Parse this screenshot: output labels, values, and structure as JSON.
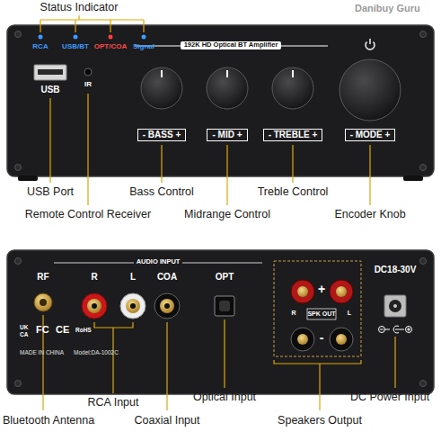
{
  "diagram": {
    "labels": [
      "Status Indicator",
      "RCA",
      "USB/BT",
      "OPT/COA",
      "Signal",
      "192K HD Optical BT Amplifier",
      "USB",
      "IR",
      "- BASS +",
      "- MID +",
      "- TREBLE +",
      "- MODE +",
      "USB Port",
      "Bass Control",
      "Treble Control",
      "Remote Control Receiver",
      "Midrange Control",
      "Encoder Knob",
      "AUDIO INPUT",
      "RF",
      "R",
      "L",
      "COA",
      "OPT",
      "+",
      "R",
      "SPK OUT",
      "L",
      "-",
      "DC18-30V",
      "UK",
      "CA",
      "FC",
      "CE",
      "RoHS",
      "MADE IN CHINA",
      "Model:DA-1002C",
      "RCA Input",
      "Optical Input",
      "DC Power Input",
      "Bluetooth Antenna",
      "Coaxial Input",
      "Speakers Output",
      "Danibuy Guru"
    ]
  }
}
